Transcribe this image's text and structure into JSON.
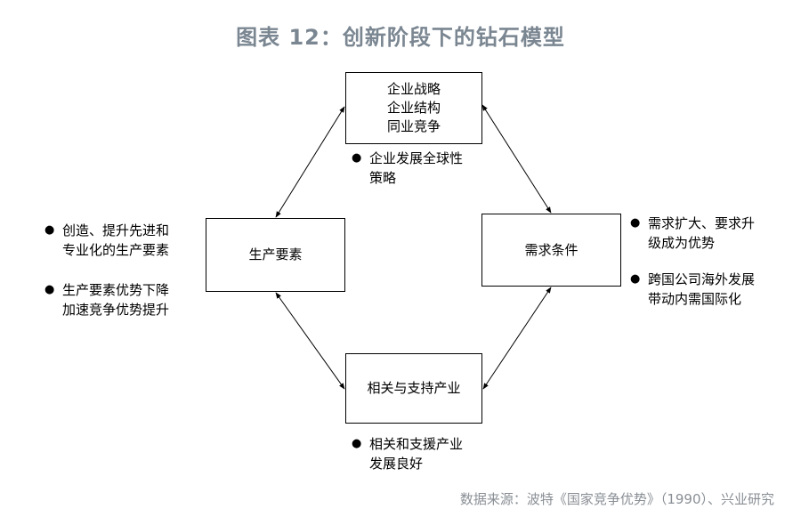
{
  "title": "图表 12：创新阶段下的钻石模型",
  "boxes": {
    "top": [
      "企业战略",
      "企业结构",
      "同业竞争"
    ],
    "left": [
      "生产要素"
    ],
    "right": [
      "需求条件"
    ],
    "bottom": [
      "相关与支持产业"
    ]
  },
  "notes": {
    "top": "企业发展全球性\n策略",
    "left_1": "创造、提升先进和\n专业化的生产要素",
    "left_2": "生产要素优势下降\n加速竞争优势提升",
    "right_1": "需求扩大、要求升\n级成为优势",
    "right_2": "跨国公司海外发展\n带动内需国际化",
    "bottom": "相关和支援产业\n发展良好"
  },
  "bullet": "●",
  "source": "数据来源：波特《国家竞争优势》（1990）、兴业研究",
  "colors": {
    "title": "#7a8691",
    "source": "#8a8f95",
    "line": "#000000"
  }
}
